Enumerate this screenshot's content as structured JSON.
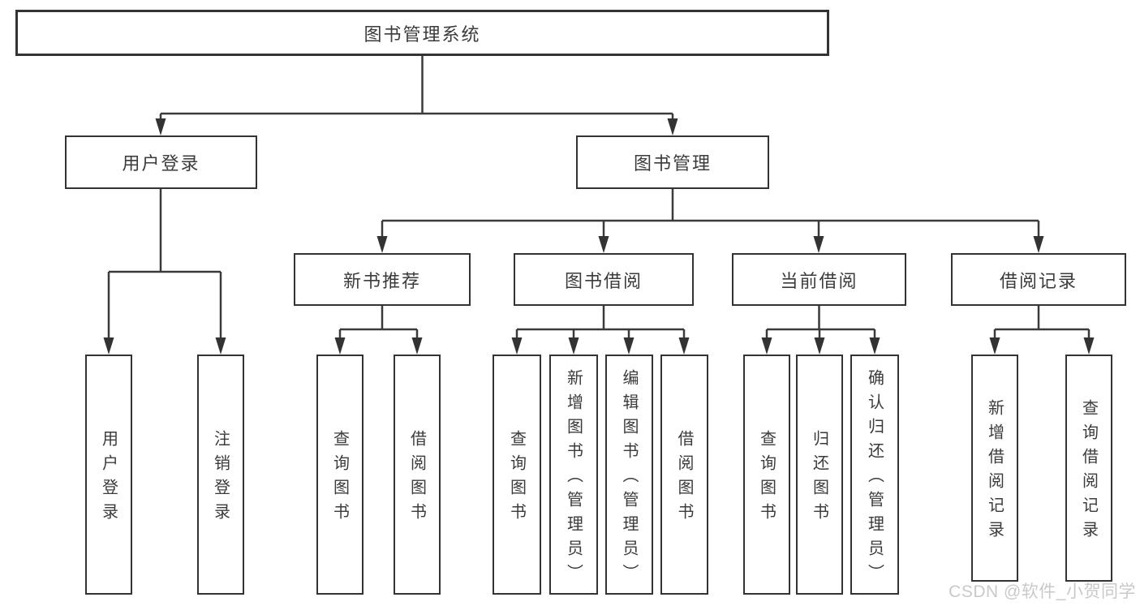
{
  "diagram_type": "hierarchy-tree",
  "colors": {
    "background": "#ffffff",
    "box_fill": "#ffffff",
    "box_border": "#333333",
    "connector_line": "#3a3a3a",
    "text": "#3b3b3b",
    "watermark": "#c9c9c9"
  },
  "tree": {
    "root": {
      "label": "图书管理系统",
      "children": [
        {
          "label": "用户登录",
          "children": [
            {
              "label": "用户登录"
            },
            {
              "label": "注销登录"
            }
          ]
        },
        {
          "label": "图书管理",
          "children": [
            {
              "label": "新书推荐",
              "children": [
                {
                  "label": "查询图书"
                },
                {
                  "label": "借阅图书"
                }
              ]
            },
            {
              "label": "图书借阅",
              "children": [
                {
                  "label": "查询图书"
                },
                {
                  "label": "新增图书（管理员）"
                },
                {
                  "label": "编辑图书（管理员）"
                },
                {
                  "label": "借阅图书"
                }
              ]
            },
            {
              "label": "当前借阅",
              "children": [
                {
                  "label": "查询图书"
                },
                {
                  "label": "归还图书"
                },
                {
                  "label": "确认归还（管理员）"
                }
              ]
            },
            {
              "label": "借阅记录",
              "children": [
                {
                  "label": "新增借阅记录"
                },
                {
                  "label": "查询借阅记录"
                }
              ]
            }
          ]
        }
      ]
    }
  },
  "watermark": {
    "text": "CSDN @软件_小贺同学"
  }
}
